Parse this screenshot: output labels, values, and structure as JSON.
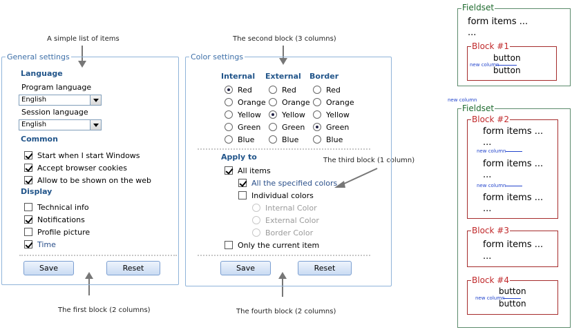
{
  "annotations": {
    "simple_list": "A simple list of items",
    "second_block": "The second block (3 columns)",
    "third_block": "The third block (1 column)",
    "first_block": "The first block (2 columns)",
    "fourth_block": "The fourth block (2 columns)"
  },
  "general": {
    "legend": "General settings",
    "language_heading": "Language",
    "program_language_label": "Program language",
    "program_language_value": "English",
    "session_language_label": "Session language",
    "session_language_value": "English",
    "common_heading": "Common",
    "common_items": [
      {
        "label": "Start when I start Windows",
        "checked": true
      },
      {
        "label": "Accept browser cookies",
        "checked": true
      },
      {
        "label": "Allow to be shown on the web",
        "checked": true
      }
    ],
    "display_heading": "Display",
    "display_items": [
      {
        "label": "Technical info",
        "checked": false
      },
      {
        "label": "Notifications",
        "checked": true
      },
      {
        "label": "Profile picture",
        "checked": false
      },
      {
        "label": "Time",
        "checked": true
      }
    ],
    "save_label": "Save",
    "reset_label": "Reset"
  },
  "color": {
    "legend": "Color settings",
    "col_internal": "Internal",
    "col_external": "External",
    "col_border": "Border",
    "colors": [
      "Red",
      "Orange",
      "Yellow",
      "Green",
      "Blue"
    ],
    "selected_internal": "Red",
    "selected_external": "Yellow",
    "selected_border": "Green",
    "apply_heading": "Apply to",
    "all_items_label": "All items",
    "all_items_checked": true,
    "all_specified_label": "All the specified colors",
    "all_specified_checked": true,
    "individual_label": "Individual colors",
    "individual_checked": false,
    "internal_color_label": "Internal Color",
    "external_color_label": "External Color",
    "border_color_label": "Border Color",
    "only_current_label": "Only the current item",
    "only_current_checked": false,
    "save_label": "Save",
    "reset_label": "Reset"
  },
  "diagram": {
    "fieldset1_label": "Fieldset",
    "form_items": "form items ...",
    "ellipsis": "...",
    "block1": "Block #1",
    "button": "button",
    "new_column": "new column",
    "fieldset2_label": "Fieldset",
    "block2": "Block #2",
    "block3": "Block #3",
    "block4": "Block #4"
  },
  "colors": {
    "heading": "#22558a",
    "legend": "#3d6fa8",
    "block_border": "#a52a2a",
    "fieldset_border": "#5a8a6a"
  }
}
